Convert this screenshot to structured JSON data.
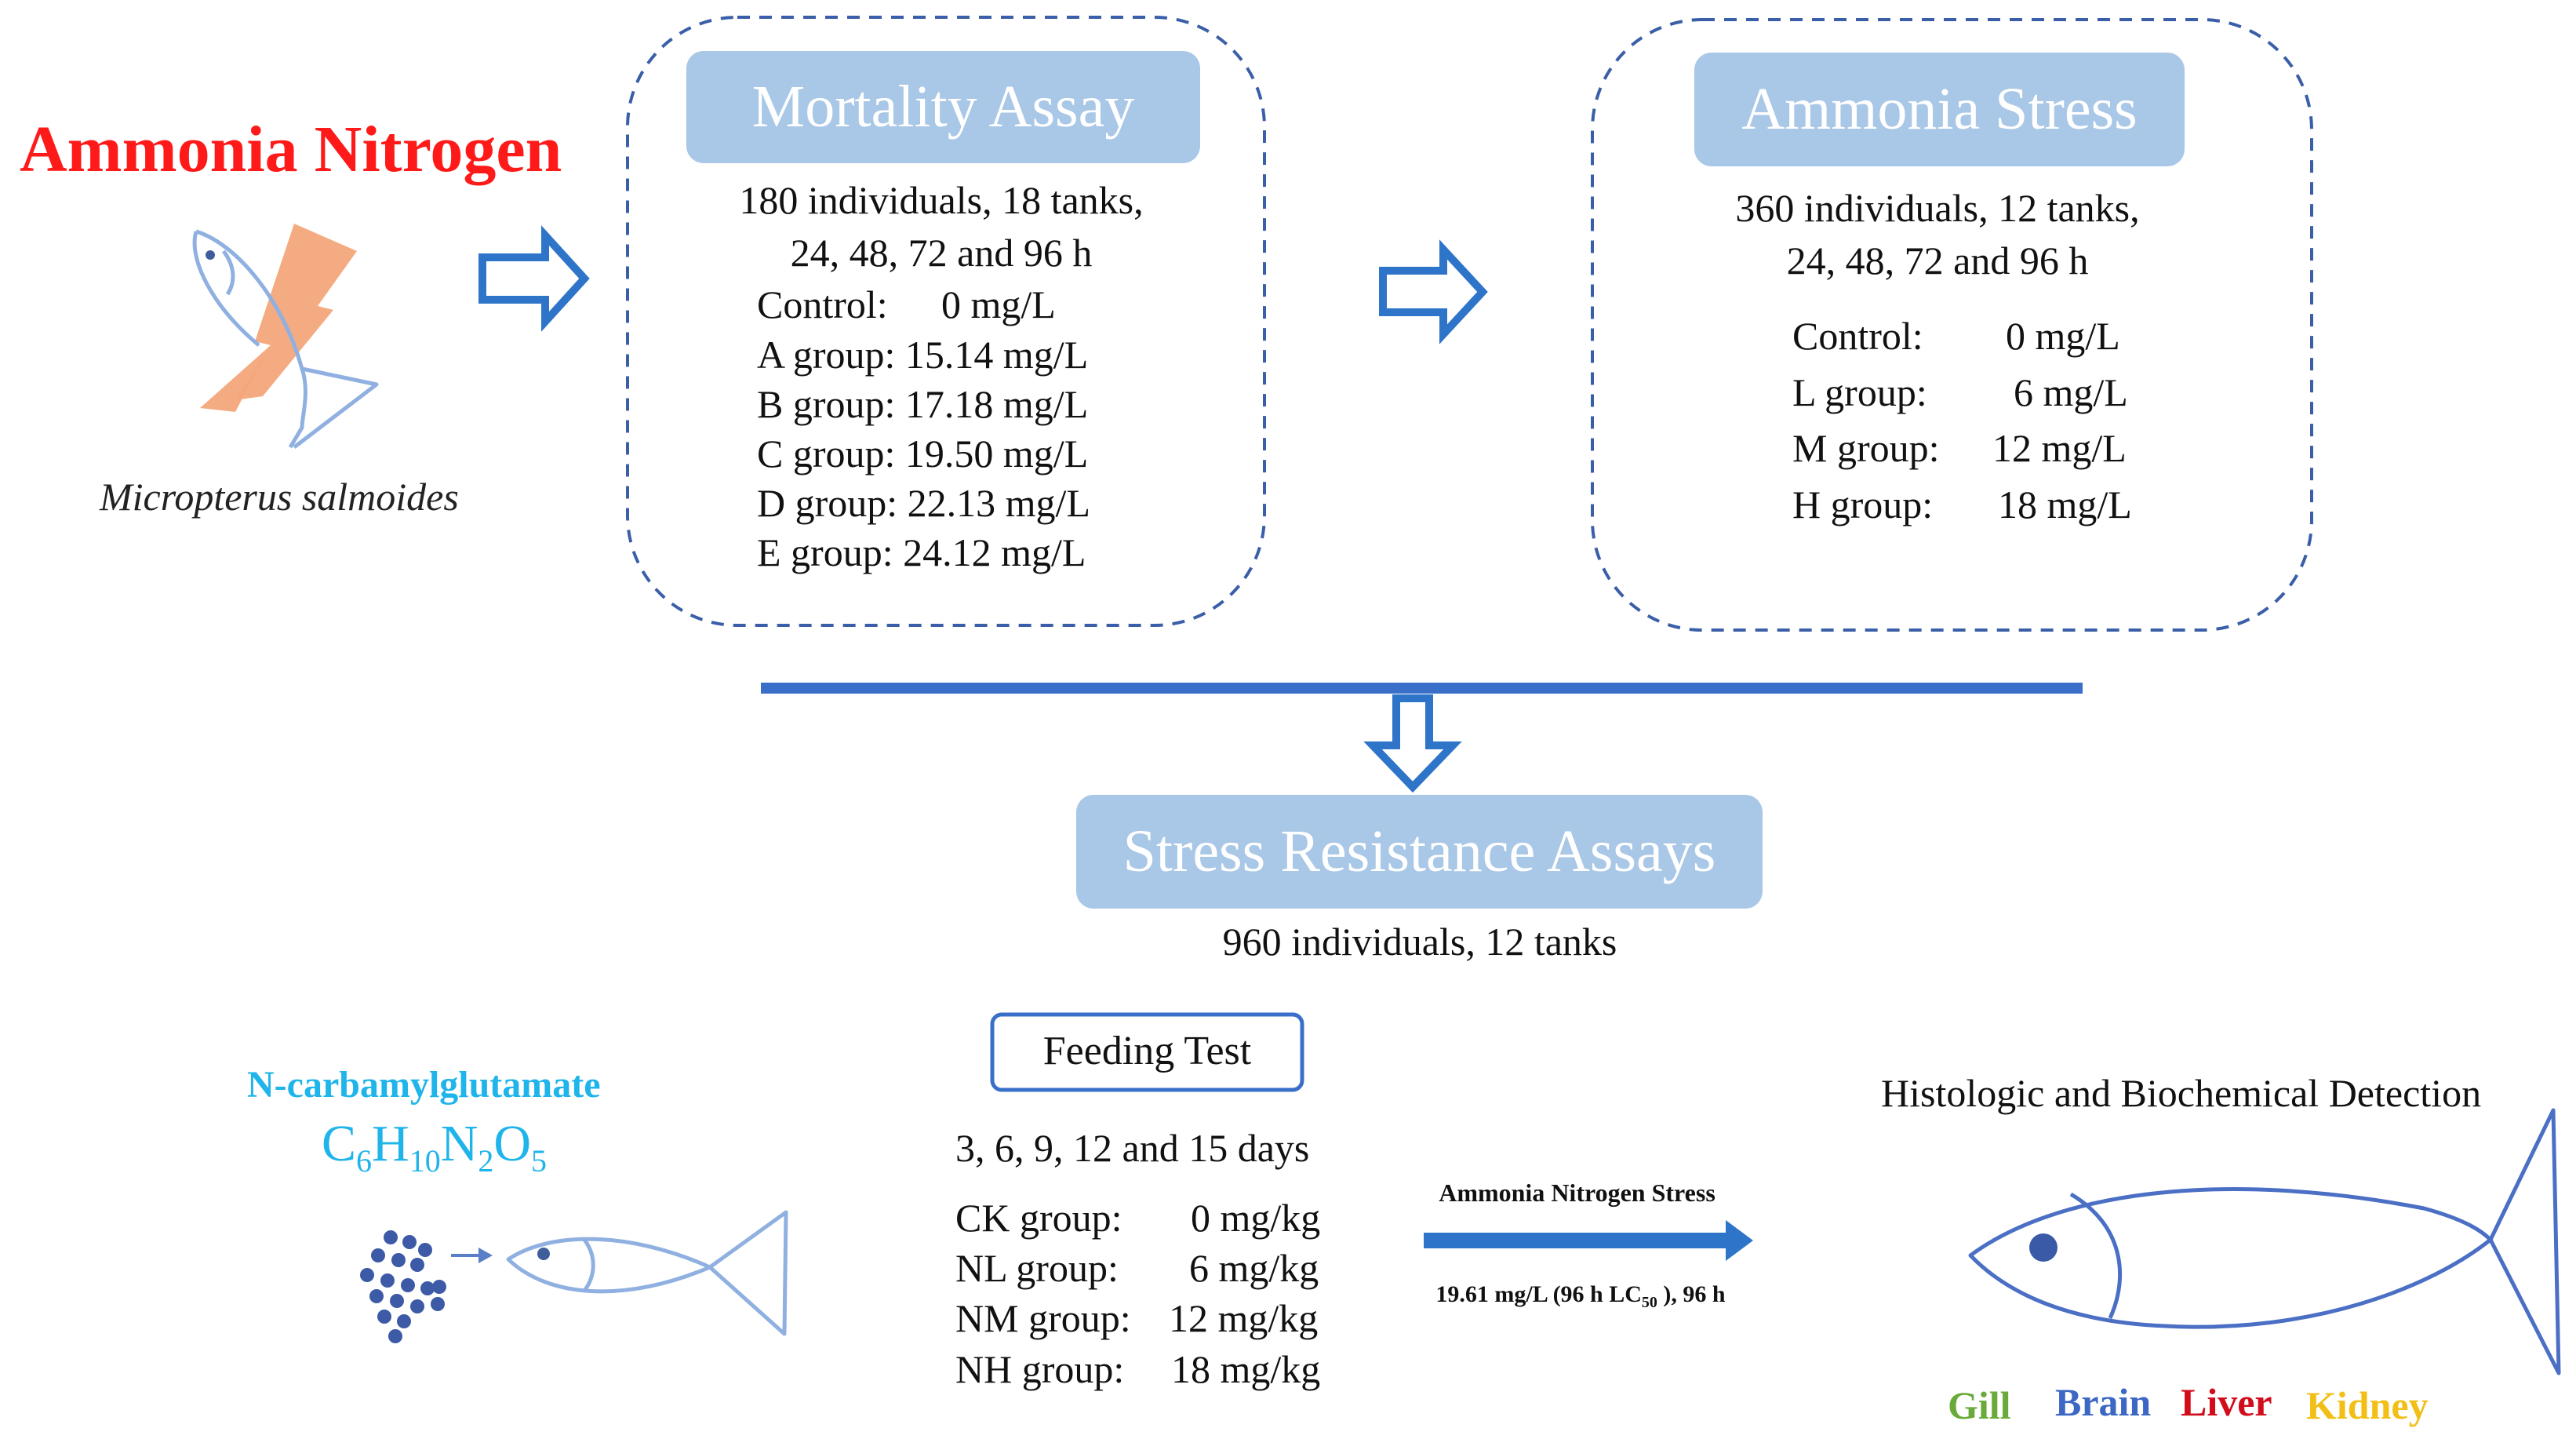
{
  "header": {
    "title": "Ammonia Nitrogen",
    "species": "Micropterus salmoides"
  },
  "mortality": {
    "title": "Mortality Assay",
    "line1": "180 individuals, 18 tanks,",
    "line2": "24, 48, 72 and 96 h",
    "groups": [
      {
        "label": "Control:",
        "value": "0 mg/L"
      },
      {
        "label": "A group:",
        "value": "15.14 mg/L"
      },
      {
        "label": "B group:",
        "value": "17.18 mg/L"
      },
      {
        "label": "C group:",
        "value": "19.50 mg/L"
      },
      {
        "label": "D group:",
        "value": "22.13 mg/L"
      },
      {
        "label": "E group:",
        "value": "24.12 mg/L"
      }
    ]
  },
  "ammonia_stress": {
    "title": "Ammonia Stress",
    "line1": "360 individuals, 12 tanks,",
    "line2": "24, 48, 72 and 96 h",
    "groups": [
      {
        "label": "Control:",
        "value": "0 mg/L"
      },
      {
        "label": "L group:",
        "value": "6 mg/L"
      },
      {
        "label": "M group:",
        "value": "12 mg/L"
      },
      {
        "label": "H group:",
        "value": "18 mg/L"
      }
    ]
  },
  "stress_resistance": {
    "title": "Stress Resistance Assays",
    "subtitle": "960 individuals, 12 tanks"
  },
  "ncg": {
    "name": "N-carbamylglutamate",
    "formula": {
      "c": "C",
      "c_n": "6",
      "h": "H",
      "h_n": "10",
      "n": "N",
      "n_n": "2",
      "o": "O",
      "o_n": "5"
    }
  },
  "feeding": {
    "title": "Feeding Test",
    "days": "3, 6, 9, 12 and 15 days",
    "groups": [
      {
        "label": "CK group:",
        "value": "0 mg/kg"
      },
      {
        "label": "NL group:",
        "value": "6 mg/kg"
      },
      {
        "label": "NM group:",
        "value": "12 mg/kg"
      },
      {
        "label": "NH group:",
        "value": "18 mg/kg"
      }
    ]
  },
  "stress_arrow": {
    "label": "Ammonia Nitrogen Stress",
    "detail_prefix": "19.61 mg/L (96 h LC",
    "detail_sub": "50",
    "detail_suffix": " ), 96 h"
  },
  "detection": {
    "title": "Histologic and Biochemical Detection",
    "organs": [
      {
        "name": "Gill",
        "color": "#6aaa3a"
      },
      {
        "name": "Brain",
        "color": "#3c67c4"
      },
      {
        "name": "Liver",
        "color": "#d10d1c"
      },
      {
        "name": "Kidney",
        "color": "#f2bf17"
      }
    ]
  },
  "colors": {
    "title_red": "#ff1a1a",
    "pill_blue": "#a9c7e6",
    "arrow_blue": "#2e75c9",
    "line_blue": "#3a6fc9",
    "ncg_cyan": "#1fb4ea",
    "fish_line": "#8fb0e0",
    "bolt_orange": "#f4a77a"
  },
  "icons": [
    "fish-icon",
    "lightning-bolt-icon",
    "right-arrow-icon",
    "down-arrow-icon",
    "pellets-icon"
  ]
}
